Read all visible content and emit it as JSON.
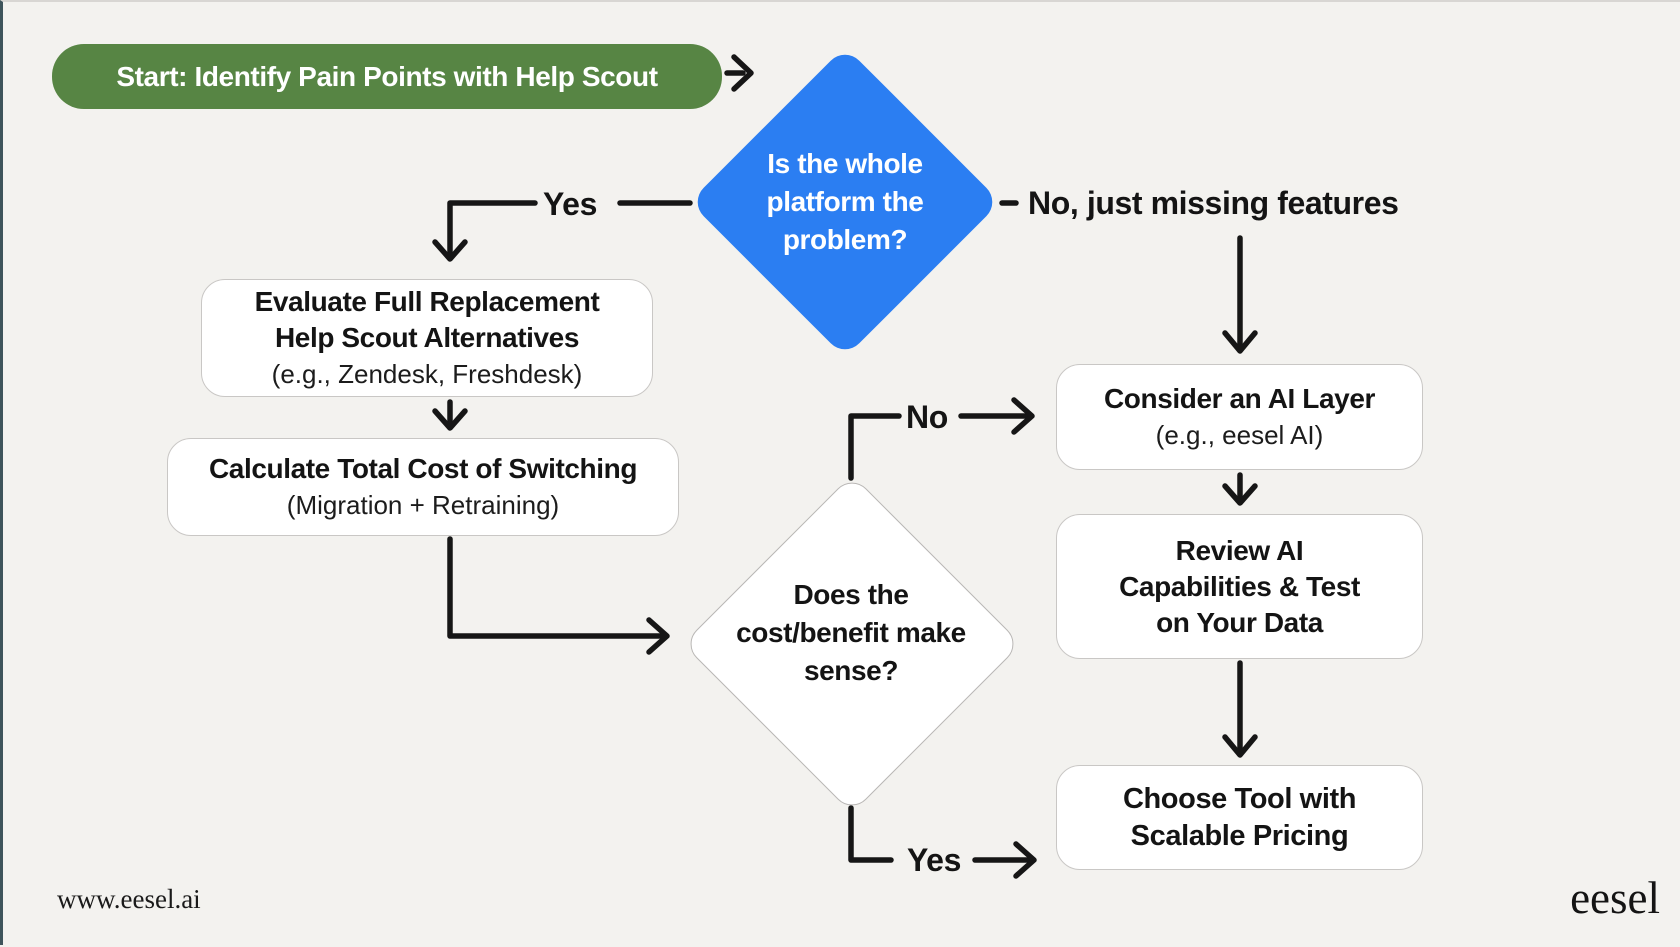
{
  "title": "Help Scout decision flowchart",
  "colors": {
    "background": "#f3f2ef",
    "start_green": "#578544",
    "decision_blue": "#2b7ef2",
    "line_black": "#161616",
    "box_border": "#c9c7c5",
    "left_edge": "#3e545b"
  },
  "nodes": {
    "start": {
      "label": "Start: Identify Pain Points with Help Scout"
    },
    "decision_platform": {
      "line1": "Is the whole",
      "line2": "platform the",
      "line3": "problem?"
    },
    "evaluate": {
      "line1": "Evaluate Full Replacement",
      "line2": "Help Scout Alternatives",
      "line3": "(e.g., Zendesk, Freshdesk)"
    },
    "calculate": {
      "line1": "Calculate Total Cost of Switching",
      "line2": "(Migration + Retraining)"
    },
    "decision_costbenefit": {
      "line1": "Does the",
      "line2": "cost/benefit make",
      "line3": "sense?"
    },
    "consider": {
      "line1": "Consider an AI Layer",
      "line2": "(e.g., eesel AI)"
    },
    "review": {
      "line1": "Review AI",
      "line2": "Capabilities & Test",
      "line3": "on Your Data"
    },
    "choose": {
      "line1": "Choose Tool with",
      "line2": "Scalable Pricing"
    }
  },
  "edge_labels": {
    "yes_top": "Yes",
    "no_features": "No, just missing features",
    "no_mid": "No",
    "yes_bottom": "Yes"
  },
  "footer": {
    "url": "www.eesel.ai",
    "logo": "eesel"
  }
}
